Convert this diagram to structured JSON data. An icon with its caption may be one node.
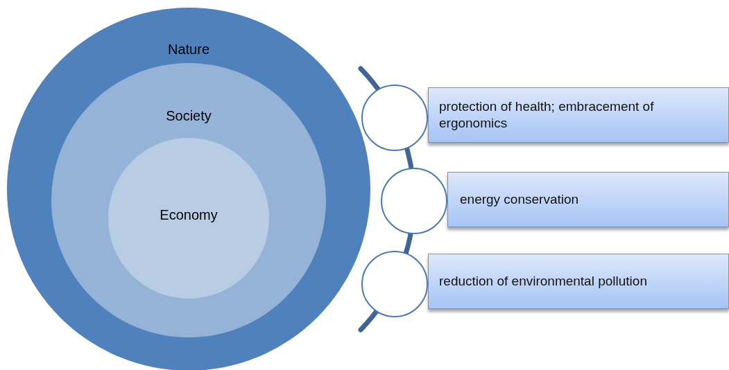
{
  "diagram": {
    "nodes": [
      {
        "text": [
          "Nature"
        ]
      },
      {
        "text": [
          "Society"
        ],
        "in": 0
      },
      {
        "text": [
          "Economy"
        ],
        "in": 1
      },
      {
        "text": [],
        "shape": "circle"
      },
      {
        "text": [
          "protection of health; embracement of ergonomics"
        ]
      },
      {
        "text": [],
        "shape": "circle"
      },
      {
        "text": [
          "energy conservation"
        ]
      },
      {
        "text": [],
        "shape": "circle"
      },
      {
        "text": [
          "reduction of environmental pollution"
        ]
      }
    ]
  }
}
